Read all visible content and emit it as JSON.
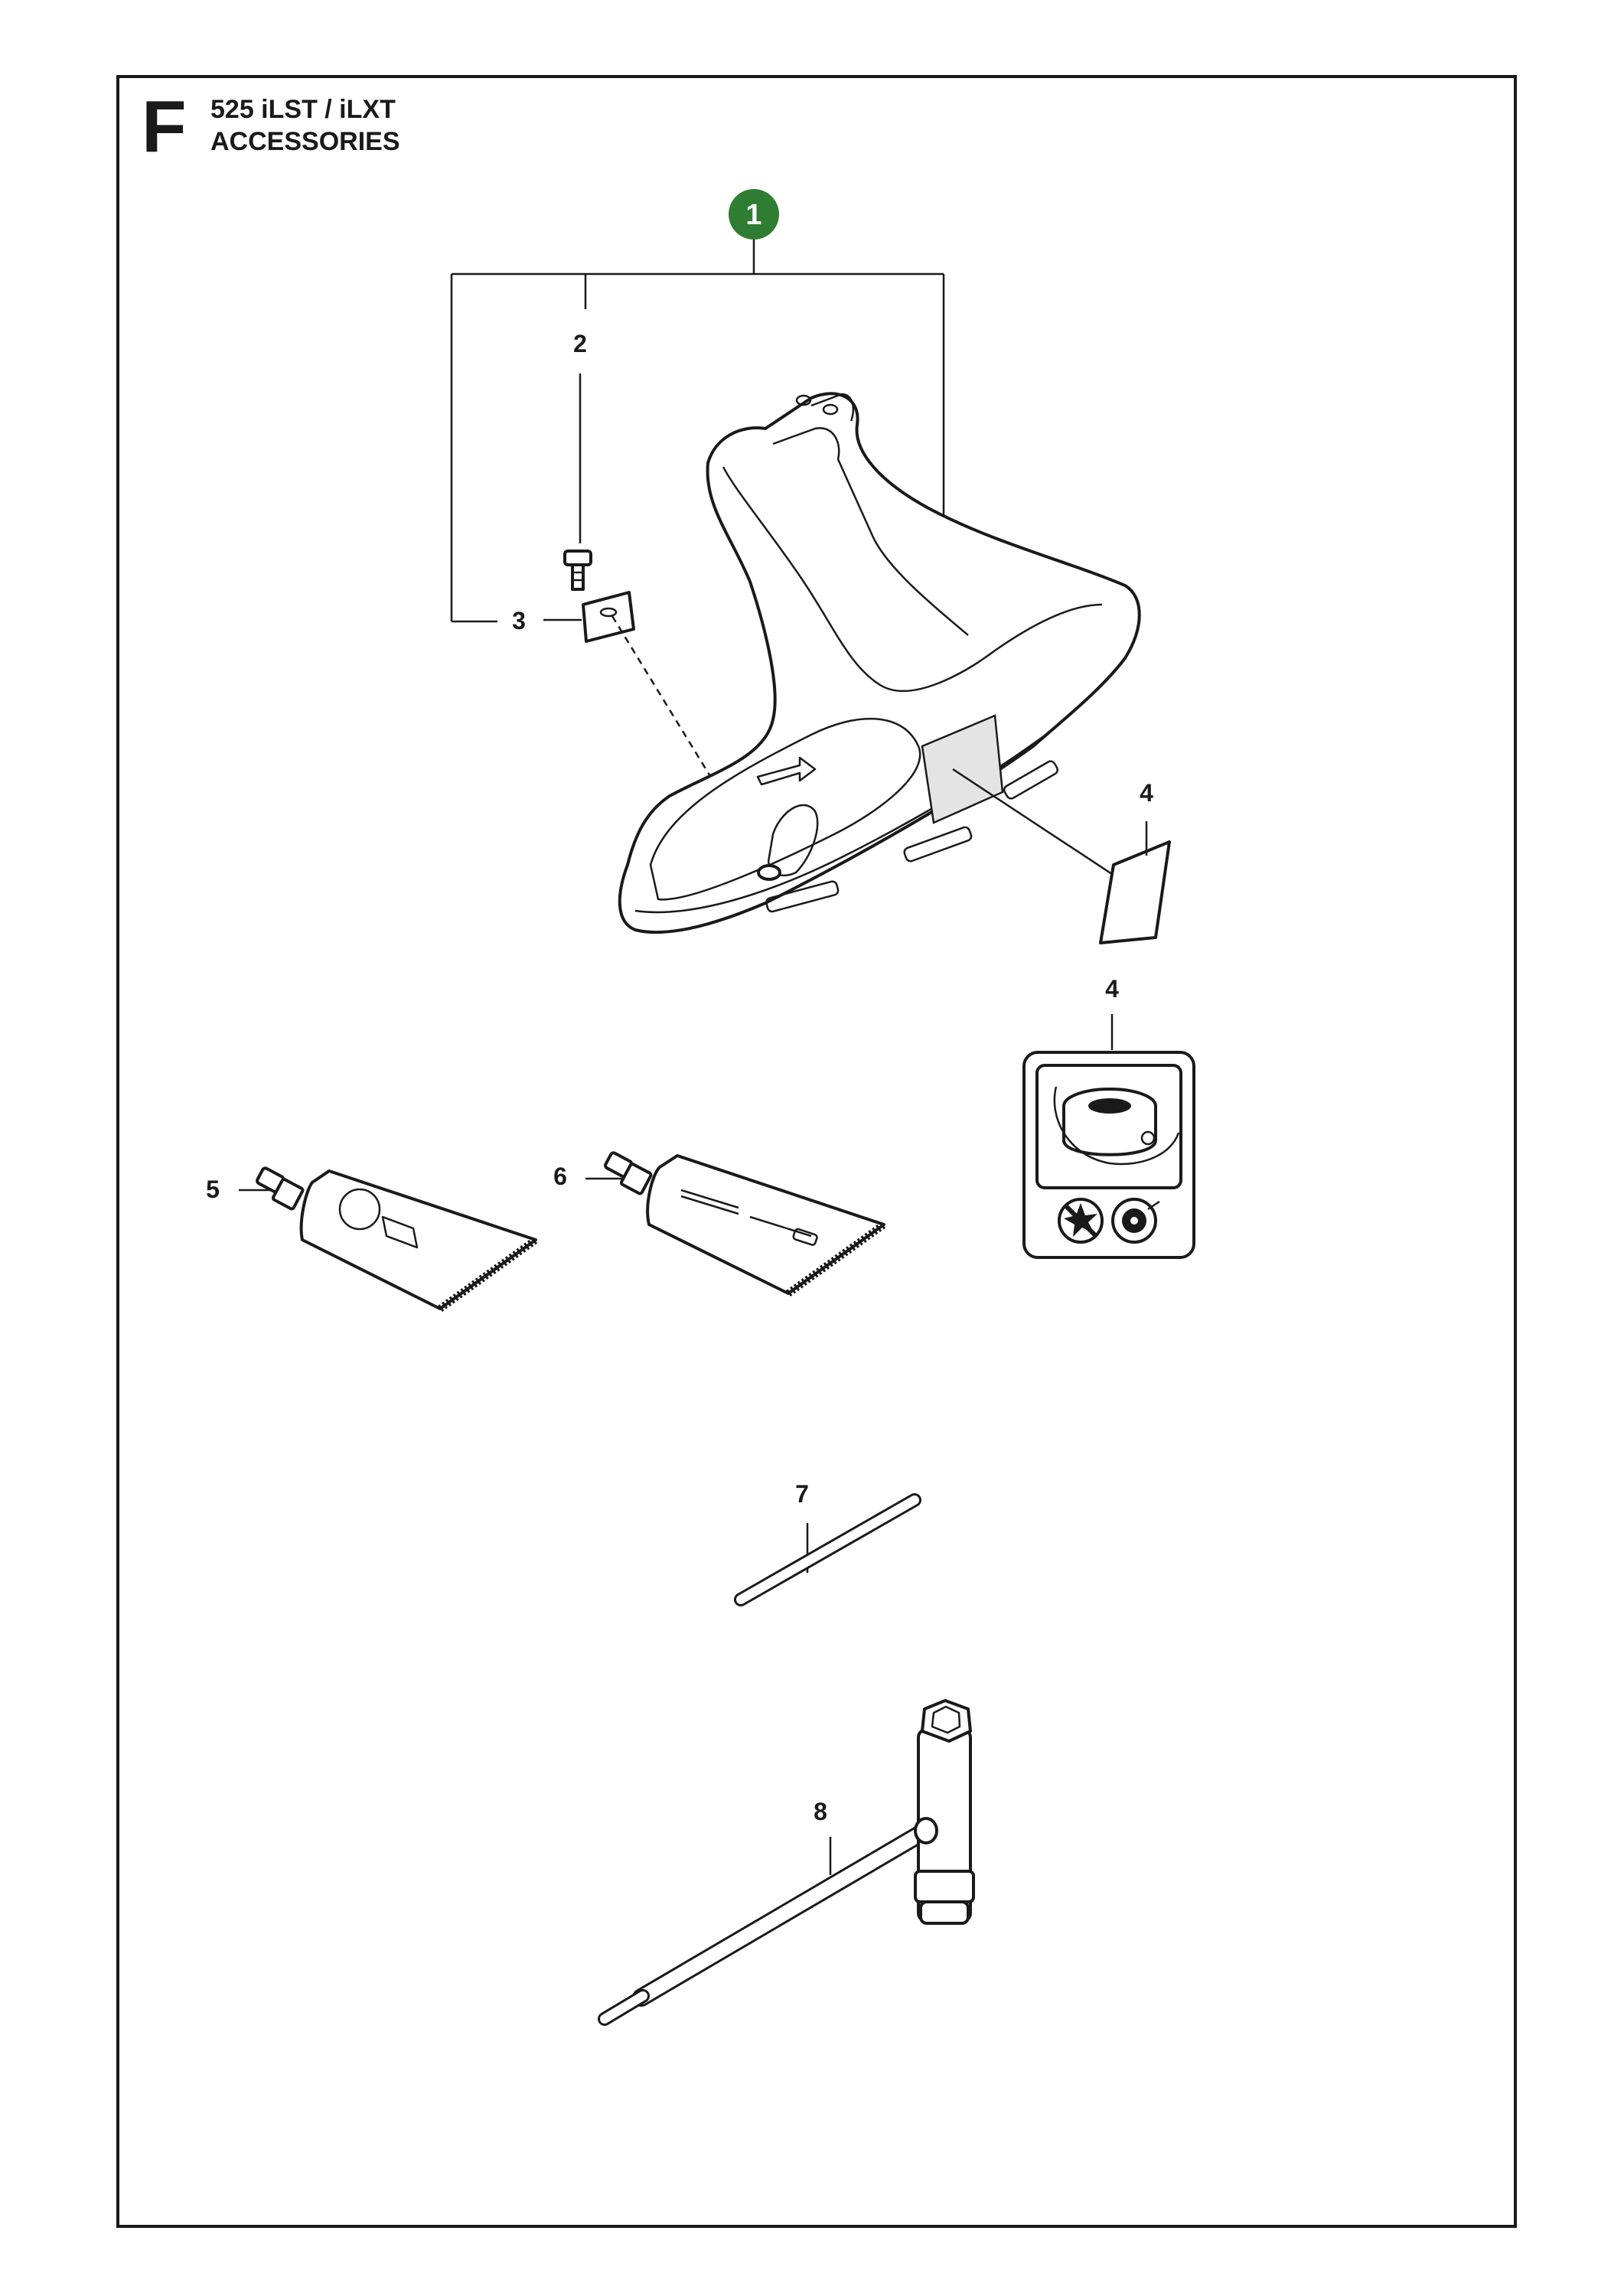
{
  "header": {
    "section_letter": "F",
    "model": "525 iLST / iLXT",
    "section": "ACCESSORIES"
  },
  "colors": {
    "kit_badge": "#2e7d32",
    "line": "#1a1a1a"
  },
  "callouts": {
    "kit": "1",
    "bolt": "2",
    "plate": "3",
    "decal_on_guard": "4",
    "decal_label": "4",
    "grease_tube_a": "5",
    "grease_tube_b": "6",
    "locking_pin": "7",
    "combination_wrench": "8"
  },
  "icons": {
    "guard": "trimmer-guard-icon",
    "decal_label": "trimmer-head-decal-icon",
    "no_blade": "no-blade-symbol-icon",
    "trimmer_head_symbol": "trimmer-head-symbol-icon"
  }
}
